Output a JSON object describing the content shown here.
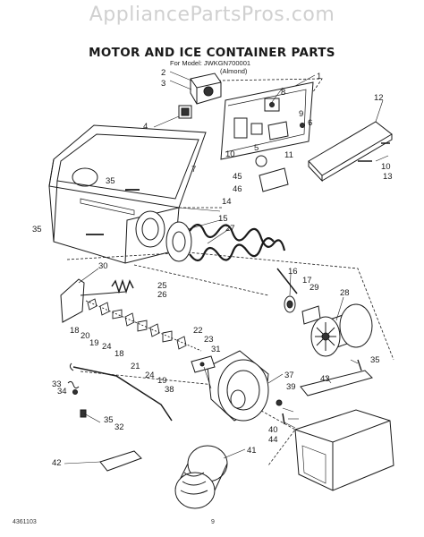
{
  "watermark": "AppliancePartsPros.com",
  "title": "MOTOR AND ICE CONTAINER PARTS",
  "model_line1": "For Model: JWKGN700001",
  "model_line2": "(Almond)",
  "footer_left": "4361103",
  "footer_page": "9",
  "callouts": [
    {
      "id": "c1",
      "text": "1"
    },
    {
      "id": "c2",
      "text": "2"
    },
    {
      "id": "c3",
      "text": "3"
    },
    {
      "id": "c4",
      "text": "4"
    },
    {
      "id": "c5",
      "text": "5"
    },
    {
      "id": "c6",
      "text": "6"
    },
    {
      "id": "c7",
      "text": "7"
    },
    {
      "id": "c8",
      "text": "8"
    },
    {
      "id": "c9",
      "text": "9"
    },
    {
      "id": "c10a",
      "text": "10"
    },
    {
      "id": "c10b",
      "text": "10"
    },
    {
      "id": "c11",
      "text": "11"
    },
    {
      "id": "c12",
      "text": "12"
    },
    {
      "id": "c13",
      "text": "13"
    },
    {
      "id": "c14",
      "text": "14"
    },
    {
      "id": "c15",
      "text": "15"
    },
    {
      "id": "c16",
      "text": "16"
    },
    {
      "id": "c17",
      "text": "17"
    },
    {
      "id": "c18a",
      "text": "18"
    },
    {
      "id": "c18b",
      "text": "18"
    },
    {
      "id": "c19a",
      "text": "19"
    },
    {
      "id": "c19b",
      "text": "19"
    },
    {
      "id": "c20",
      "text": "20"
    },
    {
      "id": "c21",
      "text": "21"
    },
    {
      "id": "c22",
      "text": "22"
    },
    {
      "id": "c23",
      "text": "23"
    },
    {
      "id": "c24a",
      "text": "24"
    },
    {
      "id": "c24b",
      "text": "24"
    },
    {
      "id": "c25",
      "text": "25"
    },
    {
      "id": "c26",
      "text": "26"
    },
    {
      "id": "c27",
      "text": "27"
    },
    {
      "id": "c28",
      "text": "28"
    },
    {
      "id": "c29",
      "text": "29"
    },
    {
      "id": "c30",
      "text": "30"
    },
    {
      "id": "c31",
      "text": "31"
    },
    {
      "id": "c32",
      "text": "32"
    },
    {
      "id": "c33",
      "text": "33"
    },
    {
      "id": "c34",
      "text": "34"
    },
    {
      "id": "c35a",
      "text": "35"
    },
    {
      "id": "c35b",
      "text": "35"
    },
    {
      "id": "c35c",
      "text": "35"
    },
    {
      "id": "c35d",
      "text": "35"
    },
    {
      "id": "c37",
      "text": "37"
    },
    {
      "id": "c38",
      "text": "38"
    },
    {
      "id": "c39",
      "text": "39"
    },
    {
      "id": "c40",
      "text": "40"
    },
    {
      "id": "c41",
      "text": "41"
    },
    {
      "id": "c42",
      "text": "42"
    },
    {
      "id": "c43",
      "text": "43"
    },
    {
      "id": "c44",
      "text": "44"
    },
    {
      "id": "c45",
      "text": "45"
    },
    {
      "id": "c46",
      "text": "46"
    }
  ]
}
